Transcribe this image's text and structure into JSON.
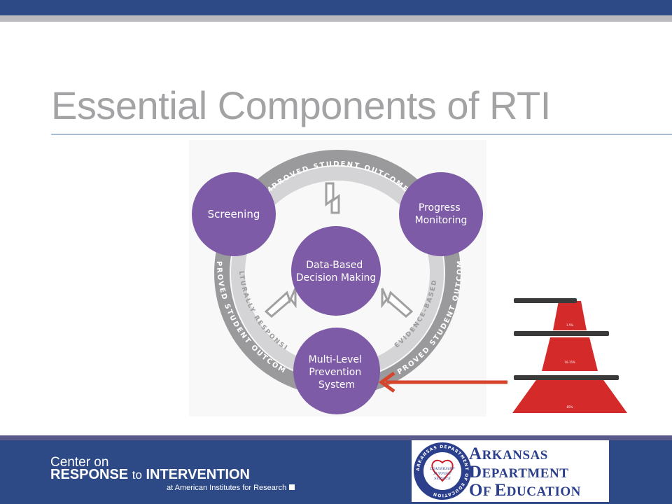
{
  "slide": {
    "title": "Essential Components of RTI"
  },
  "diagram": {
    "ring_label": "IMPROVED STUDENT OUTCOMES",
    "inner_ring_left": "CULTURALLY RESPONSIVE",
    "inner_ring_right": "EVIDENCE-BASED",
    "nodes": {
      "screening": "Screening",
      "progress_line1": "Progress",
      "progress_line2": "Monitoring",
      "dbdm_line1": "Data-Based",
      "dbdm_line2": "Decision Making",
      "mlps_line1": "Multi-Level",
      "mlps_line2": "Prevention",
      "mlps_line3": "System"
    },
    "colors": {
      "node": "#7d5ba6",
      "ring": "#9a9a9c",
      "inner_ring": "#d4d4d6",
      "arrow": "#d5442b",
      "pyramid": "#d42a2a"
    }
  },
  "pyramid": {
    "tier3_pct": "1-5%",
    "tier2_pct": "10-15%",
    "tier1_pct": "85%"
  },
  "footer": {
    "cri_line1": "Center on",
    "cri_response": "RESPONSE",
    "cri_to": "to",
    "cri_intervention": "INTERVENTION",
    "cri_line3": "at American Institutes for Research",
    "ade_line1_cap": "A",
    "ade_line1_rest": "RKANSAS",
    "ade_line2_cap": "D",
    "ade_line2_rest": "EPARTMENT",
    "ade_line3_cap1": "O",
    "ade_line3_rest1": "F ",
    "ade_line3_cap2": "E",
    "ade_line3_rest2": "DUCATION",
    "seal_ring": "ARKANSAS DEPARTMENT OF EDUCATION",
    "seal_line1": "LEADERSHIP",
    "seal_line2": "SUPPORT",
    "seal_line3": "SERVICE"
  }
}
